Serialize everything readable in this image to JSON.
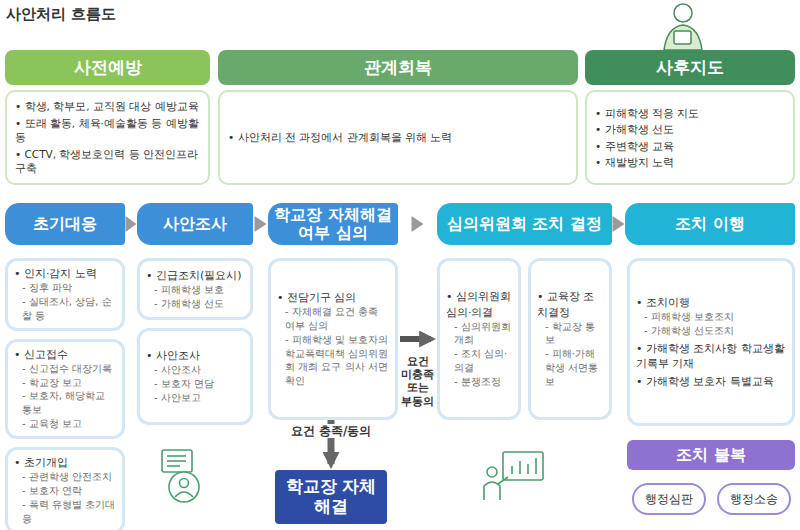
{
  "diagram": {
    "title": "사안처리 흐름도",
    "nodes": [
      {
        "text": [
          "사전예방"
        ]
      },
      {
        "text": [
          "관계회복"
        ]
      },
      {
        "text": [
          "사후지도"
        ]
      },
      {
        "text": [
          "• 학생, 학부모, 교직원 대상 예방교육",
          "• 또래 활동, 체육·예술활동 등 예방활동",
          "• CCTV, 학생보호인력 등 안전인프라 구축"
        ]
      },
      {
        "text": [
          "• 사안처리 전 과정에서 관계회복을 위해 노력"
        ]
      },
      {
        "text": [
          "• 피해학생 적응 지도",
          "• 가해학생 선도",
          "• 주변학생 교육",
          "• 재발방지 노력"
        ]
      },
      {
        "text": [
          "초기대응"
        ]
      },
      {
        "text": [
          "사안조사"
        ]
      },
      {
        "text": [
          "학교장 자체해결 여부 심의"
        ]
      },
      {
        "text": [
          "심의위원회 조치 결정"
        ]
      },
      {
        "text": [
          "조치 이행"
        ]
      },
      {
        "text": [
          "• 인지·감지 노력",
          "- 징후 파악",
          "- 실태조사, 상담, 순찰 등"
        ]
      },
      {
        "text": [
          "• 신고접수",
          "- 신고접수 대장기록",
          "- 학교장 보고",
          "- 보호자, 해당학교 통보",
          "- 교육청 보고"
        ]
      },
      {
        "text": [
          "• 초기개입",
          "- 관련학생 안전조치",
          "- 보호자 연락",
          "- 폭력 유형별 초기대응"
        ]
      },
      {
        "text": [
          "• 긴급조치(필요시)",
          "- 피해학생 보호",
          "- 가해학생 선도"
        ]
      },
      {
        "text": [
          "• 사안조사",
          "- 사안조사",
          "- 보호자 면담",
          "- 사안보고"
        ]
      },
      {
        "text": [
          "• 전담기구 심의",
          "- 자체해결 요건 충족 여부 심의",
          "- 피해학생 및 보호자의 학교폭력대책 심의위원회 개최 요구 의사 서면 확인"
        ]
      },
      {
        "text": [
          "학교장 자체해결"
        ]
      },
      {
        "text": [
          "• 심의위원회 심의·의결",
          "- 심의위원회 개최",
          "- 조치 심의·의결",
          "- 분쟁조정"
        ]
      },
      {
        "text": [
          "• 교육장 조치결정",
          "- 학교장 통보",
          "- 피해·가해학생 서면통보"
        ]
      },
      {
        "text": [
          "• 조치이행",
          "- 피해학생 보호조치",
          "- 가해학생 선도조치",
          "• 가해학생 조치사항 학교생활기록부 기재",
          "• 가해학생 보호자 특별교육"
        ]
      },
      {
        "text": [
          "조치 불복"
        ]
      },
      {
        "text": [
          "행정심판"
        ]
      },
      {
        "text": [
          "행정소송"
        ]
      }
    ],
    "edges": [
      {
        "from": 6,
        "to": 7,
        "arrow": "to"
      },
      {
        "from": 7,
        "to": 8,
        "arrow": "to"
      },
      {
        "from": 8,
        "to": 9,
        "arrow": "to"
      },
      {
        "from": 9,
        "to": 10,
        "arrow": "to"
      },
      {
        "from": 16,
        "to": 17,
        "label": "요건 충족/동의",
        "arrow": "to"
      },
      {
        "from": 16,
        "to": 18,
        "label": "요건 미충족 또는 부동의",
        "arrow": "to"
      }
    ]
  }
}
